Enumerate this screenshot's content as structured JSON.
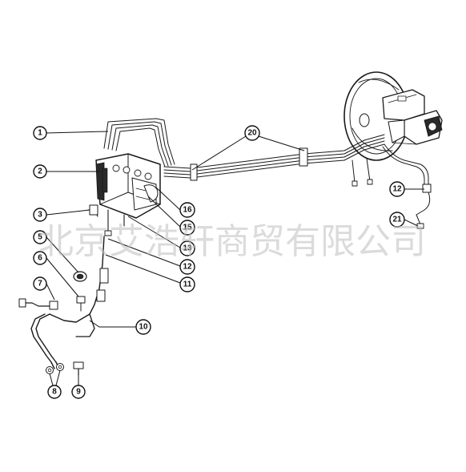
{
  "watermark": "北京艾浩轩商贸有限公司",
  "callouts": [
    {
      "id": "c1",
      "label": "1"
    },
    {
      "id": "c2",
      "label": "2"
    },
    {
      "id": "c3",
      "label": "3"
    },
    {
      "id": "c5",
      "label": "5"
    },
    {
      "id": "c6",
      "label": "6"
    },
    {
      "id": "c7",
      "label": "7"
    },
    {
      "id": "c8",
      "label": "8"
    },
    {
      "id": "c9",
      "label": "9"
    },
    {
      "id": "c10",
      "label": "10"
    },
    {
      "id": "c11",
      "label": "11"
    },
    {
      "id": "c12a",
      "label": "12"
    },
    {
      "id": "c13",
      "label": "13"
    },
    {
      "id": "c15",
      "label": "15"
    },
    {
      "id": "c16",
      "label": "16"
    },
    {
      "id": "c20",
      "label": "20"
    },
    {
      "id": "c12b",
      "label": "12"
    },
    {
      "id": "c21",
      "label": "21"
    }
  ]
}
